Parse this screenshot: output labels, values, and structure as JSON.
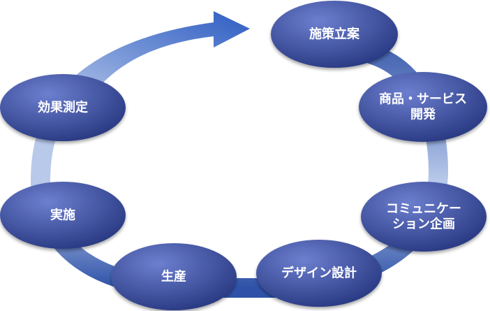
{
  "cycle": {
    "steps": [
      {
        "id": "step-1",
        "lines": [
          "施策立案"
        ]
      },
      {
        "id": "step-2",
        "lines": [
          "商品・サービス",
          "開発"
        ]
      },
      {
        "id": "step-3",
        "lines": [
          "コミュニケー",
          "ション企画"
        ]
      },
      {
        "id": "step-4",
        "lines": [
          "デザイン設計"
        ]
      },
      {
        "id": "step-5",
        "lines": [
          "生産"
        ]
      },
      {
        "id": "step-6",
        "lines": [
          "実施"
        ]
      },
      {
        "id": "step-7",
        "lines": [
          "効果測定"
        ]
      }
    ]
  },
  "colors": {
    "node_light": "#6c7fcf",
    "node_dark": "#1f2f77",
    "ring_light": "#b8c9ea",
    "ring_dark": "#2f52a8",
    "arrow": "#2d5cc2",
    "label": "#ffffff"
  }
}
